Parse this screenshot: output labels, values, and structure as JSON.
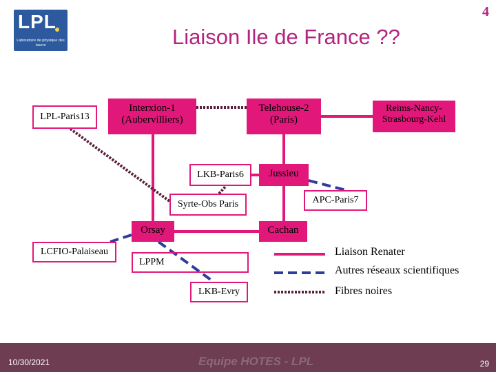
{
  "slide": {
    "title": "Liaison Ile de France ??",
    "number": "4",
    "accent_color": "#b4237d"
  },
  "logo": {
    "text": "LPL",
    "subtitle": "Laboratoire de physique des lasers",
    "color": "#2d5a9e"
  },
  "colors": {
    "node_fill": "#e1187a",
    "renater": "#e1187a",
    "scientific": "#2e3c9a",
    "fibre": "#5a1f3c"
  },
  "nodes": [
    {
      "id": "lpl",
      "label": "LPL-Paris13",
      "style": "outline"
    },
    {
      "id": "interxion",
      "label": "Interxion-1 (Aubervilliers)",
      "style": "filled"
    },
    {
      "id": "telehouse",
      "label": "Telehouse-2 (Paris)",
      "style": "filled"
    },
    {
      "id": "reims",
      "label": "Reims-Nancy-Strasbourg-Kehl",
      "style": "filled"
    },
    {
      "id": "lkb6",
      "label": "LKB-Paris6",
      "style": "outline"
    },
    {
      "id": "jussieu",
      "label": "Jussieu",
      "style": "filled"
    },
    {
      "id": "syrte",
      "label": "Syrte-Obs Paris",
      "style": "outline"
    },
    {
      "id": "apc",
      "label": "APC-Paris7",
      "style": "outline"
    },
    {
      "id": "orsay",
      "label": "Orsay",
      "style": "filled"
    },
    {
      "id": "cachan",
      "label": "Cachan",
      "style": "filled"
    },
    {
      "id": "lcfio",
      "label": "LCFIO-Palaiseau",
      "style": "outline"
    },
    {
      "id": "lppm",
      "label": "LPPM",
      "style": "outline"
    },
    {
      "id": "lkbevry",
      "label": "LKB-Evry",
      "style": "outline"
    }
  ],
  "links": [
    {
      "from": "interxion",
      "to": "telehouse",
      "type": "fibre"
    },
    {
      "from": "telehouse",
      "to": "reims",
      "type": "renater"
    },
    {
      "from": "interxion",
      "to": "orsay",
      "type": "renater"
    },
    {
      "from": "telehouse",
      "to": "jussieu",
      "type": "renater"
    },
    {
      "from": "jussieu",
      "to": "cachan",
      "type": "renater"
    },
    {
      "from": "orsay",
      "to": "cachan",
      "type": "renater"
    },
    {
      "from": "lkb6",
      "to": "jussieu",
      "type": "renater"
    },
    {
      "from": "lpl",
      "to": "syrte",
      "type": "fibre"
    },
    {
      "from": "syrte",
      "to": "lkb6",
      "type": "fibre"
    },
    {
      "from": "jussieu",
      "to": "apc",
      "type": "scientific"
    },
    {
      "from": "orsay",
      "to": "lcfio",
      "type": "scientific"
    },
    {
      "from": "orsay",
      "to": "lkbevry",
      "type": "scientific"
    }
  ],
  "legend": [
    {
      "type": "renater",
      "label": "Liaison Renater"
    },
    {
      "type": "scientific",
      "label": "Autres réseaux scientifiques"
    },
    {
      "type": "fibre",
      "label": "Fibres noires"
    }
  ],
  "footer": {
    "date": "10/30/2021",
    "center": "Equipe HOTES - LPL",
    "page": "29",
    "background": "#6e3d52"
  }
}
